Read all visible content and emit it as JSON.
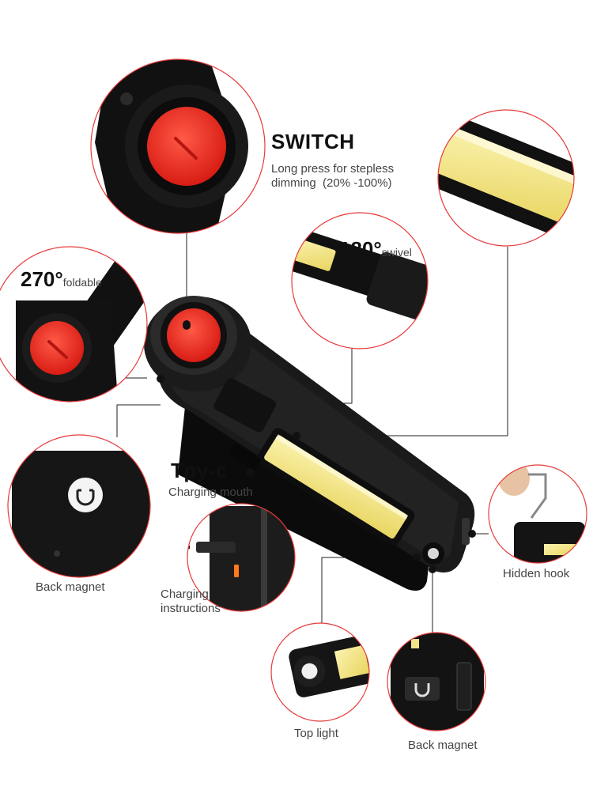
{
  "switch": {
    "title": "SWITCH",
    "desc_line1": "Long press for stepless",
    "desc_line2": "dimming  (20% -100%)"
  },
  "swivel": {
    "value": "180°",
    "unit": "swivel"
  },
  "foldable": {
    "value": "270°",
    "unit": "foldable"
  },
  "usb": {
    "title": "Tpy-c",
    "desc": "Charging mouth"
  },
  "captions": {
    "back_magnet_left": "Back magnet",
    "charging_instructions": "Charging\ninstructions",
    "hidden_hook": "Hidden hook",
    "top_light": "Top light",
    "back_magnet_bottom": "Back magnet"
  },
  "colors": {
    "accent_red": "#e0201e",
    "cob_yellow": "#f2e37a",
    "body_black": "#111111",
    "callout_ring": "#e63b3b"
  },
  "icons": [
    "magnet-icon",
    "power-icon"
  ]
}
